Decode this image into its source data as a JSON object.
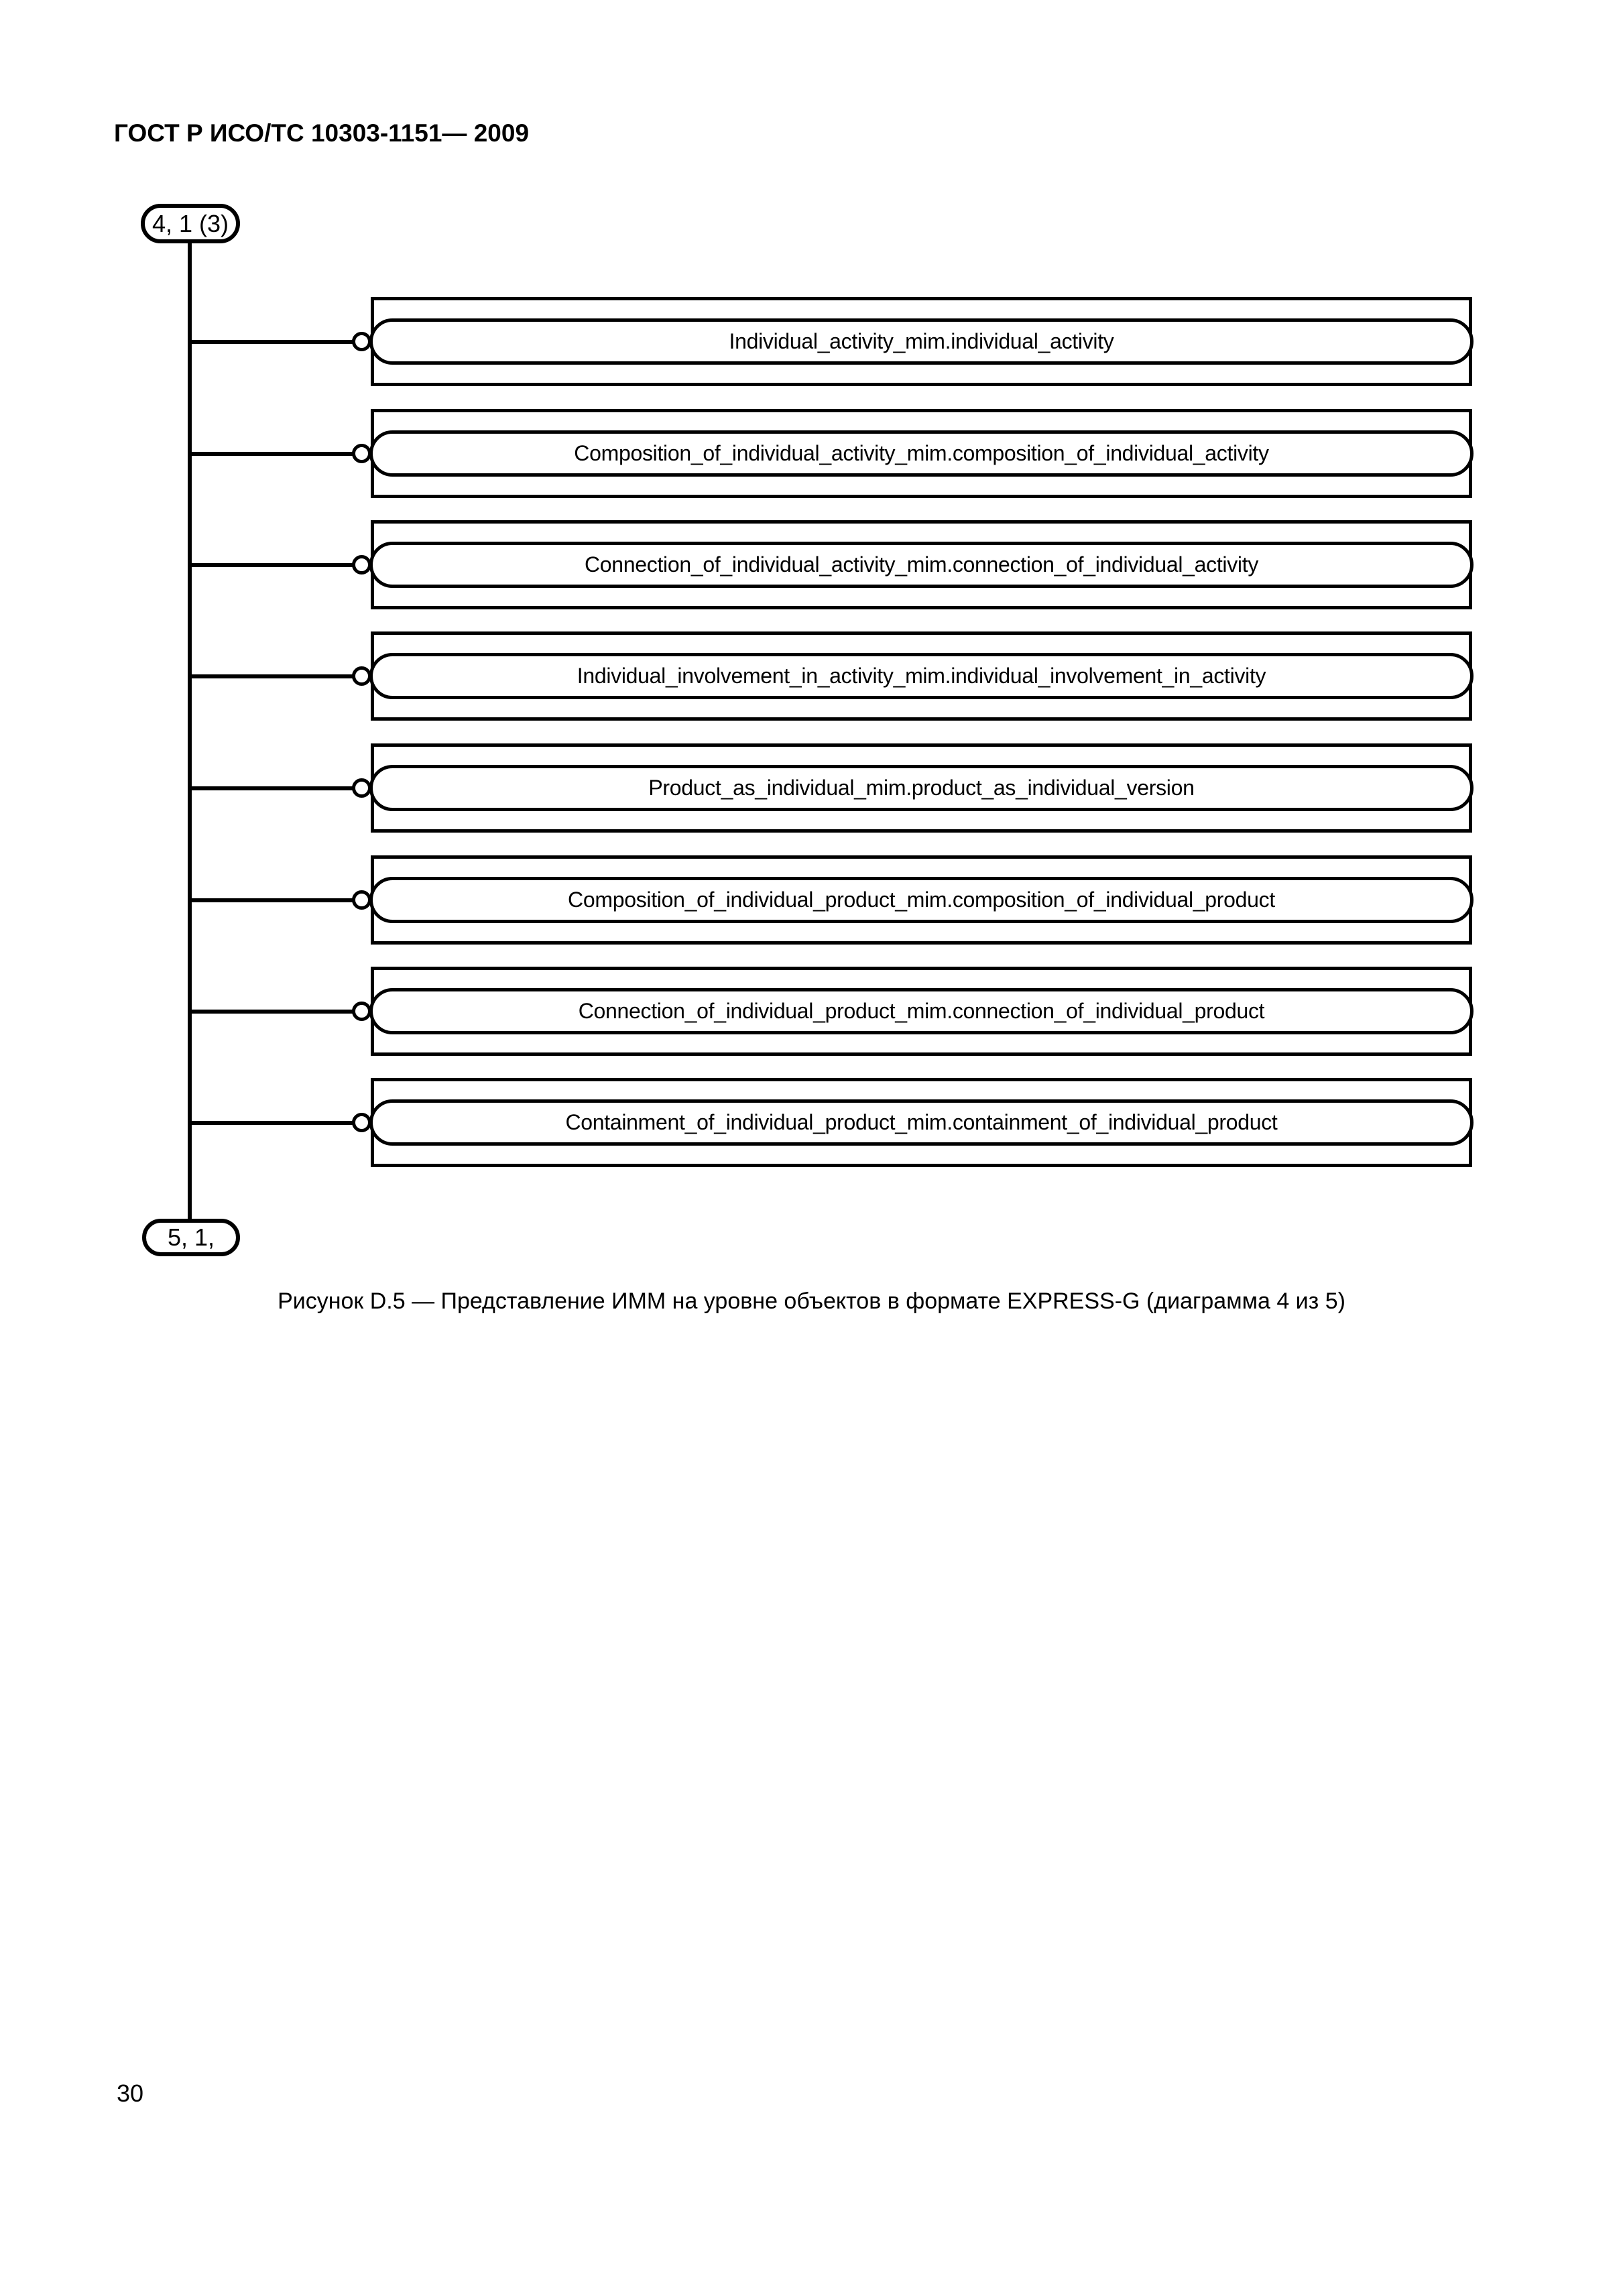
{
  "page": {
    "header": "ГОСТ Р ИСО/ТС 10303-1151— 2009",
    "caption": "Рисунок D.5 — Представление ИММ на уровне объектов в формате EXPRESS-G (диаграмма 4 из 5)",
    "page_number": "30"
  },
  "diagram": {
    "type": "express-g-schema-reference",
    "entry_page_ref": "4, 1 (3)",
    "exit_page_ref": "5, 1,",
    "boxes": [
      {
        "label": "Individual_activity_mim.individual_activity"
      },
      {
        "label": "Composition_of_individual_activity_mim.composition_of_individual_activity"
      },
      {
        "label": "Connection_of_individual_activity_mim.connection_of_individual_activity"
      },
      {
        "label": "Individual_involvement_in_activity_mim.individual_involvement_in_activity"
      },
      {
        "label": "Product_as_individual_mim.product_as_individual_version"
      },
      {
        "label": "Composition_of_individual_product_mim.composition_of_individual_product"
      },
      {
        "label": "Connection_of_individual_product_mim.connection_of_individual_product"
      },
      {
        "label": "Containment_of_individual_product_mim.containment_of_individual_product"
      }
    ]
  }
}
